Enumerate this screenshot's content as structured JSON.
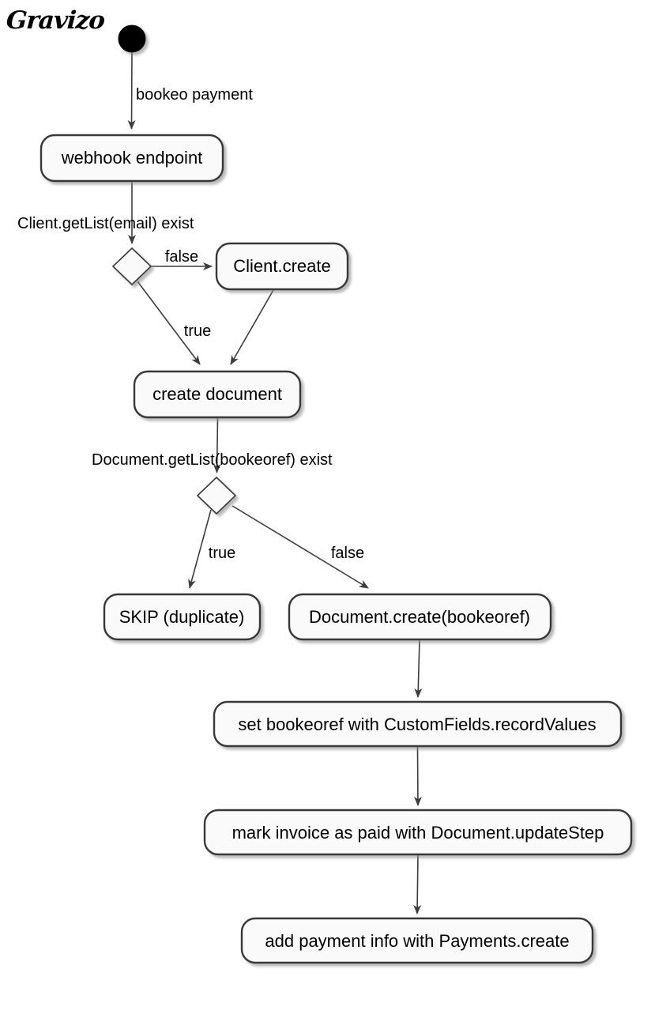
{
  "logo": {
    "text": "Gravizo"
  },
  "colors": {
    "background": "#ffffff",
    "node_fill": "#fafafa",
    "node_stroke": "#383838",
    "edge": "#3d3d3d",
    "text": "#000000",
    "shadow": "#8a8a8a"
  },
  "diagram": {
    "type": "activity-flowchart",
    "nodes": {
      "start": {
        "shape": "filled-circle",
        "label": ""
      },
      "webhook": {
        "shape": "rounded-rect",
        "label": "webhook endpoint"
      },
      "decision_client_exists": {
        "shape": "diamond",
        "label": ""
      },
      "client_create": {
        "shape": "rounded-rect",
        "label": "Client.create"
      },
      "create_document": {
        "shape": "rounded-rect",
        "label": "create document"
      },
      "decision_document_exists": {
        "shape": "diamond",
        "label": ""
      },
      "skip_duplicate": {
        "shape": "rounded-rect",
        "label": "SKIP (duplicate)"
      },
      "document_create": {
        "shape": "rounded-rect",
        "label": "Document.create(bookeoref)"
      },
      "set_bookeoref": {
        "shape": "rounded-rect",
        "label": "set bookeoref with CustomFields.recordValues"
      },
      "mark_invoice_paid": {
        "shape": "rounded-rect",
        "label": "mark invoice as paid with Document.updateStep"
      },
      "add_payment_info": {
        "shape": "rounded-rect",
        "label": "add payment info with Payments.create"
      }
    },
    "edges": {
      "start_to_webhook": {
        "from": "start",
        "to": "webhook",
        "label": "bookeo payment"
      },
      "webhook_to_decision1": {
        "from": "webhook",
        "to": "decision_client_exists",
        "label": "Client.getList(email) exist"
      },
      "decision1_false": {
        "from": "decision_client_exists",
        "to": "client_create",
        "label": "false"
      },
      "decision1_true": {
        "from": "decision_client_exists",
        "to": "create_document",
        "label": "true"
      },
      "client_create_to_create_document": {
        "from": "client_create",
        "to": "create_document",
        "label": ""
      },
      "create_document_to_decision2": {
        "from": "create_document",
        "to": "decision_document_exists",
        "label": "Document.getList(bookeoref) exist"
      },
      "decision2_true": {
        "from": "decision_document_exists",
        "to": "skip_duplicate",
        "label": "true"
      },
      "decision2_false": {
        "from": "decision_document_exists",
        "to": "document_create",
        "label": "false"
      },
      "document_create_to_set": {
        "from": "document_create",
        "to": "set_bookeoref",
        "label": ""
      },
      "set_to_mark": {
        "from": "set_bookeoref",
        "to": "mark_invoice_paid",
        "label": ""
      },
      "mark_to_add": {
        "from": "mark_invoice_paid",
        "to": "add_payment_info",
        "label": ""
      }
    }
  }
}
